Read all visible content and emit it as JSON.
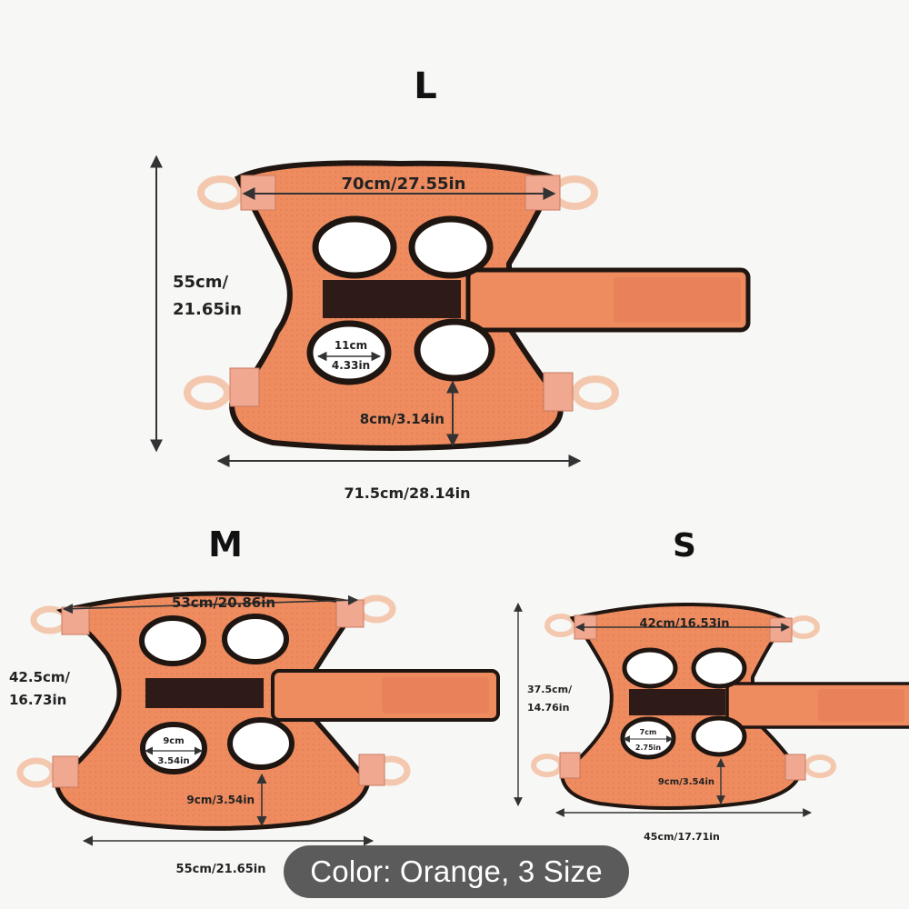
{
  "colors": {
    "body": "#ee8c60",
    "body_shade": "#e07a50",
    "border": "#1f1511",
    "loop": "#f3c8ae",
    "patch": "#f0a890",
    "velcro": "#2e1a16",
    "hole": "#ffffff",
    "arrow": "#333333",
    "pill_bg": "#474747"
  },
  "products": [
    {
      "size": "L",
      "width_top": "70cm/27.55in",
      "height_line1": "55cm/",
      "height_line2": "21.65in",
      "hole_line1": "11cm",
      "hole_line2": "4.33in",
      "bottom_gap": "8cm/3.14in",
      "total_width": "71.5cm/28.14in"
    },
    {
      "size": "M",
      "width_top": "53cm/20.86in",
      "height_line1": "42.5cm/",
      "height_line2": "16.73in",
      "hole_line1": "9cm",
      "hole_line2": "3.54in",
      "bottom_gap": "9cm/3.54in",
      "total_width": "55cm/21.65in"
    },
    {
      "size": "S",
      "width_top": "42cm/16.53in",
      "height_line1": "37.5cm/",
      "height_line2": "14.76in",
      "hole_line1": "7cm",
      "hole_line2": "2.75in",
      "bottom_gap": "9cm/3.54in",
      "total_width": "45cm/17.71in"
    }
  ],
  "caption": "Color: Orange, 3 Size"
}
